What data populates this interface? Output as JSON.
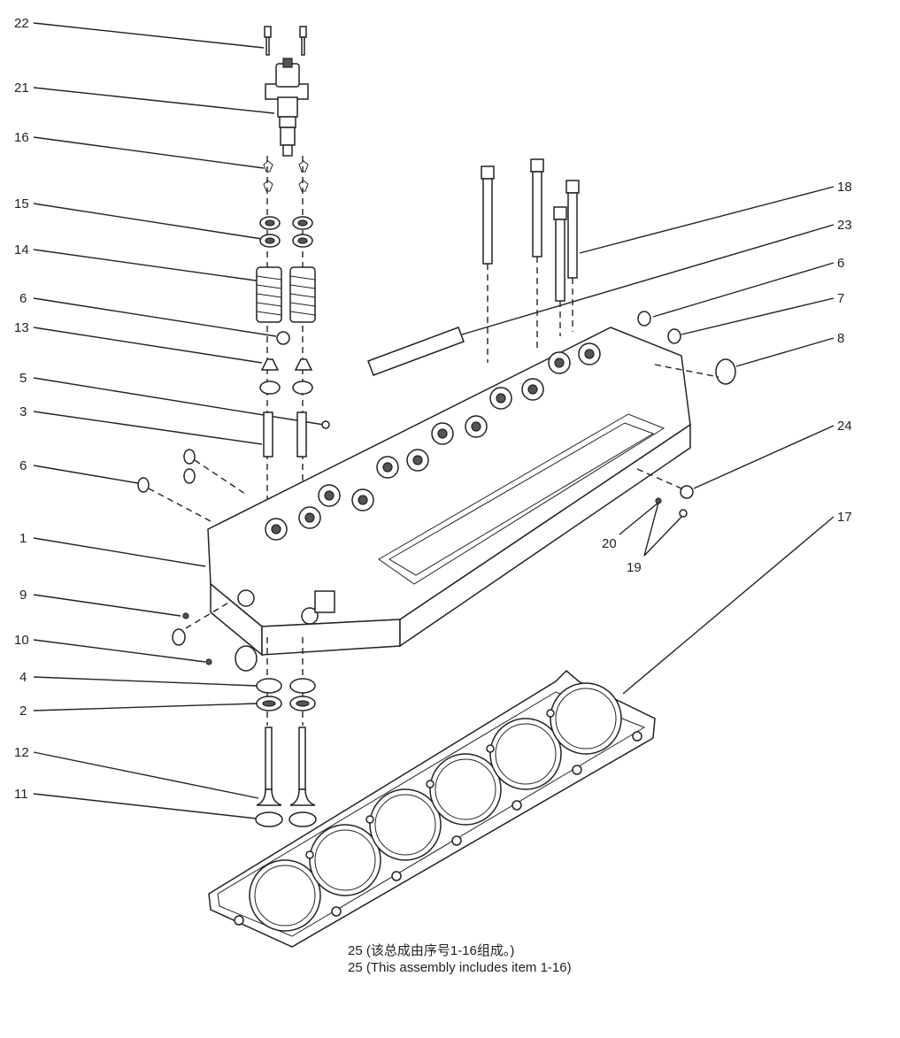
{
  "callouts": [
    {
      "label": "22"
    },
    {
      "label": "21"
    },
    {
      "label": "16"
    },
    {
      "label": "15"
    },
    {
      "label": "14"
    },
    {
      "label": "6"
    },
    {
      "label": "13"
    },
    {
      "label": "5"
    },
    {
      "label": "3"
    },
    {
      "label": "6"
    },
    {
      "label": "1"
    },
    {
      "label": "9"
    },
    {
      "label": "10"
    },
    {
      "label": "4"
    },
    {
      "label": "2"
    },
    {
      "label": "12"
    },
    {
      "label": "11"
    },
    {
      "label": "18"
    },
    {
      "label": "23"
    },
    {
      "label": "6"
    },
    {
      "label": "7"
    },
    {
      "label": "8"
    },
    {
      "label": "24"
    },
    {
      "label": "17"
    },
    {
      "label": "20"
    },
    {
      "label": "19"
    }
  ],
  "notes": {
    "chinese": "25 (该总成由序号1-16组成。)",
    "english": "25 (This assembly includes item 1-16)"
  }
}
